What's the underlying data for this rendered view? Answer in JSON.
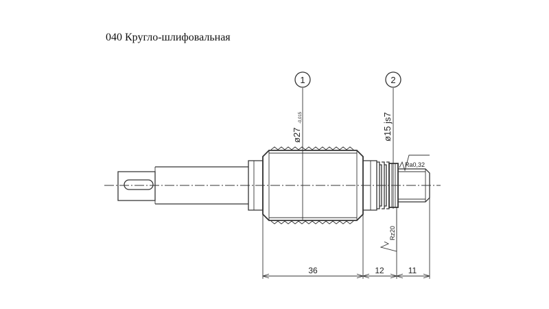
{
  "slide": {
    "title": "040 Кругло-шлифовальная"
  },
  "drawing": {
    "markers": [
      {
        "label": "1"
      },
      {
        "label": "2"
      }
    ],
    "callouts": {
      "diameter_1": "ø27",
      "diameter_1_tolerance": "-0,015",
      "diameter_2": "ø15 js7",
      "roughness_1": "Ra0,32",
      "roughness_2": "Rz20"
    },
    "dimensions": [
      {
        "value": "36"
      },
      {
        "value": "12"
      },
      {
        "value": "11"
      }
    ]
  }
}
